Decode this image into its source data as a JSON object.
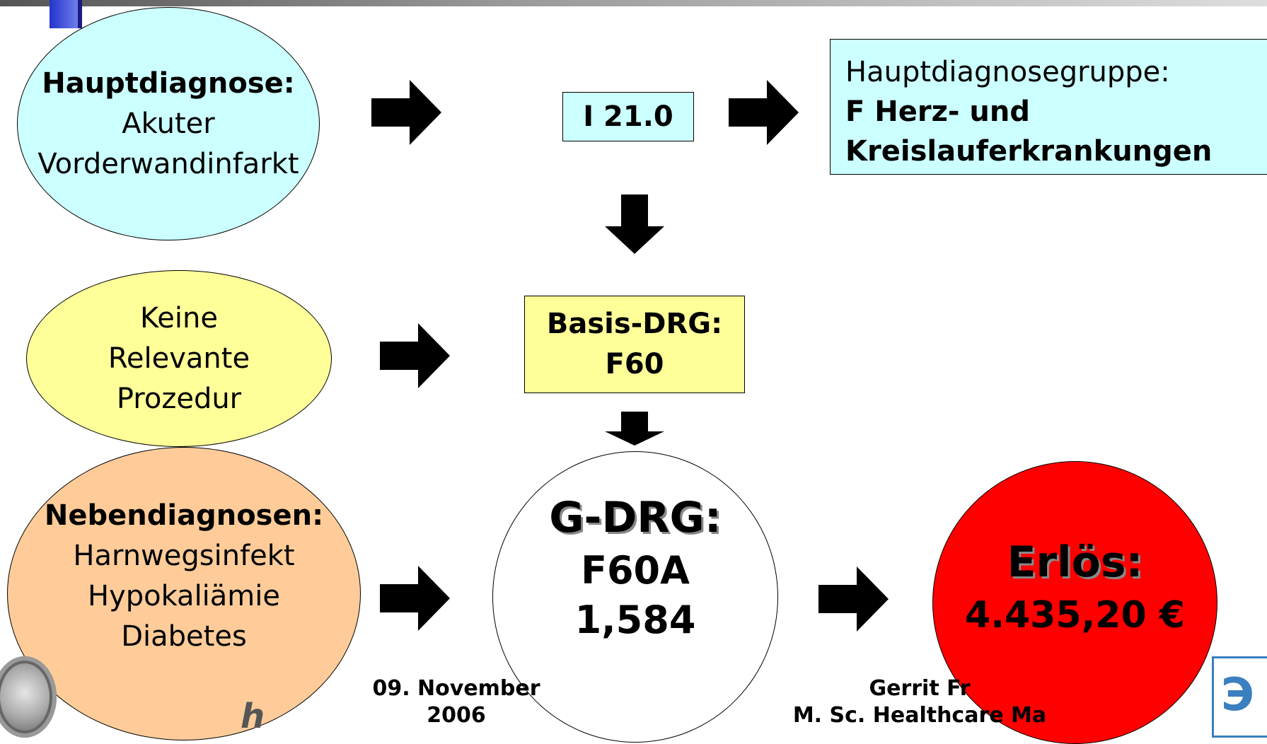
{
  "header": {
    "accent_color": "#2233cc"
  },
  "main_diagnosis": {
    "title": "Hauptdiagnose:",
    "line1": "Akuter",
    "line2": "Vorderwandinfarkt",
    "fill": "#ccffff"
  },
  "code": {
    "label": "I 21.0",
    "fill": "#ccffff"
  },
  "mdc": {
    "line1": "Hauptdiagnosegruppe:",
    "line2": "F Herz- und",
    "line3": "Kreislauferkrankungen",
    "fill": "#ccffff"
  },
  "procedure": {
    "line1": "Keine",
    "line2": "Relevante",
    "line3": "Prozedur",
    "fill": "#ffff99"
  },
  "basis_drg": {
    "line1": "Basis-DRG:",
    "line2": "F60",
    "fill": "#ffff99"
  },
  "secondary": {
    "title": "Nebendiagnosen:",
    "line1": "Harnwegsinfekt",
    "line2": "Hypokaliämie",
    "line3": "Diabetes",
    "fill": "#ffcc99"
  },
  "gdrg": {
    "title": "G-DRG:",
    "line1": "F60A",
    "line2": "1,584",
    "fill": "#ffffff"
  },
  "revenue": {
    "title": "Erlös:",
    "value": "4.435,20 €",
    "fill": "#ff0000"
  },
  "footer": {
    "date_line1": "09. November",
    "date_line2": "2006",
    "author_line1": "Gerrit Fr",
    "author_line2": "M. Sc. Healthcare Ma"
  }
}
